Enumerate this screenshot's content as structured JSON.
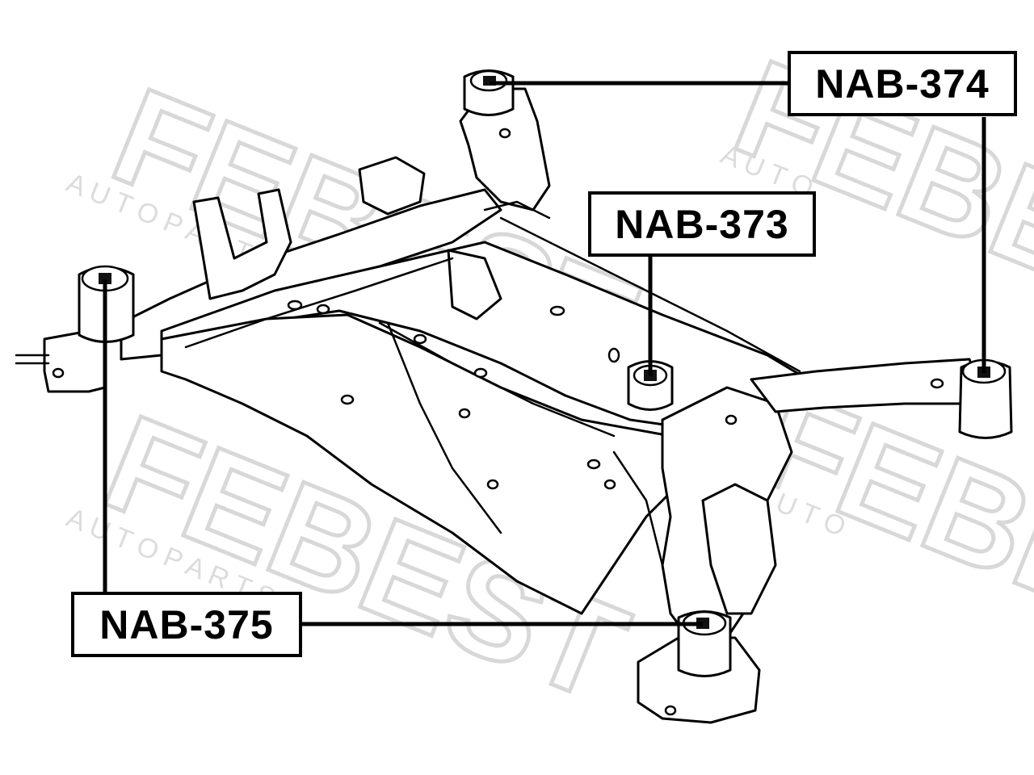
{
  "watermark": {
    "brand": "FEBEST",
    "tagline": "AUTO PARTS",
    "color": "#d4d4d4"
  },
  "callouts": [
    {
      "id": "nab-374",
      "label": "NAB-374"
    },
    {
      "id": "nab-373",
      "label": "NAB-373"
    },
    {
      "id": "nab-375",
      "label": "NAB-375"
    }
  ],
  "colors": {
    "line": "#000000",
    "background": "#ffffff"
  }
}
